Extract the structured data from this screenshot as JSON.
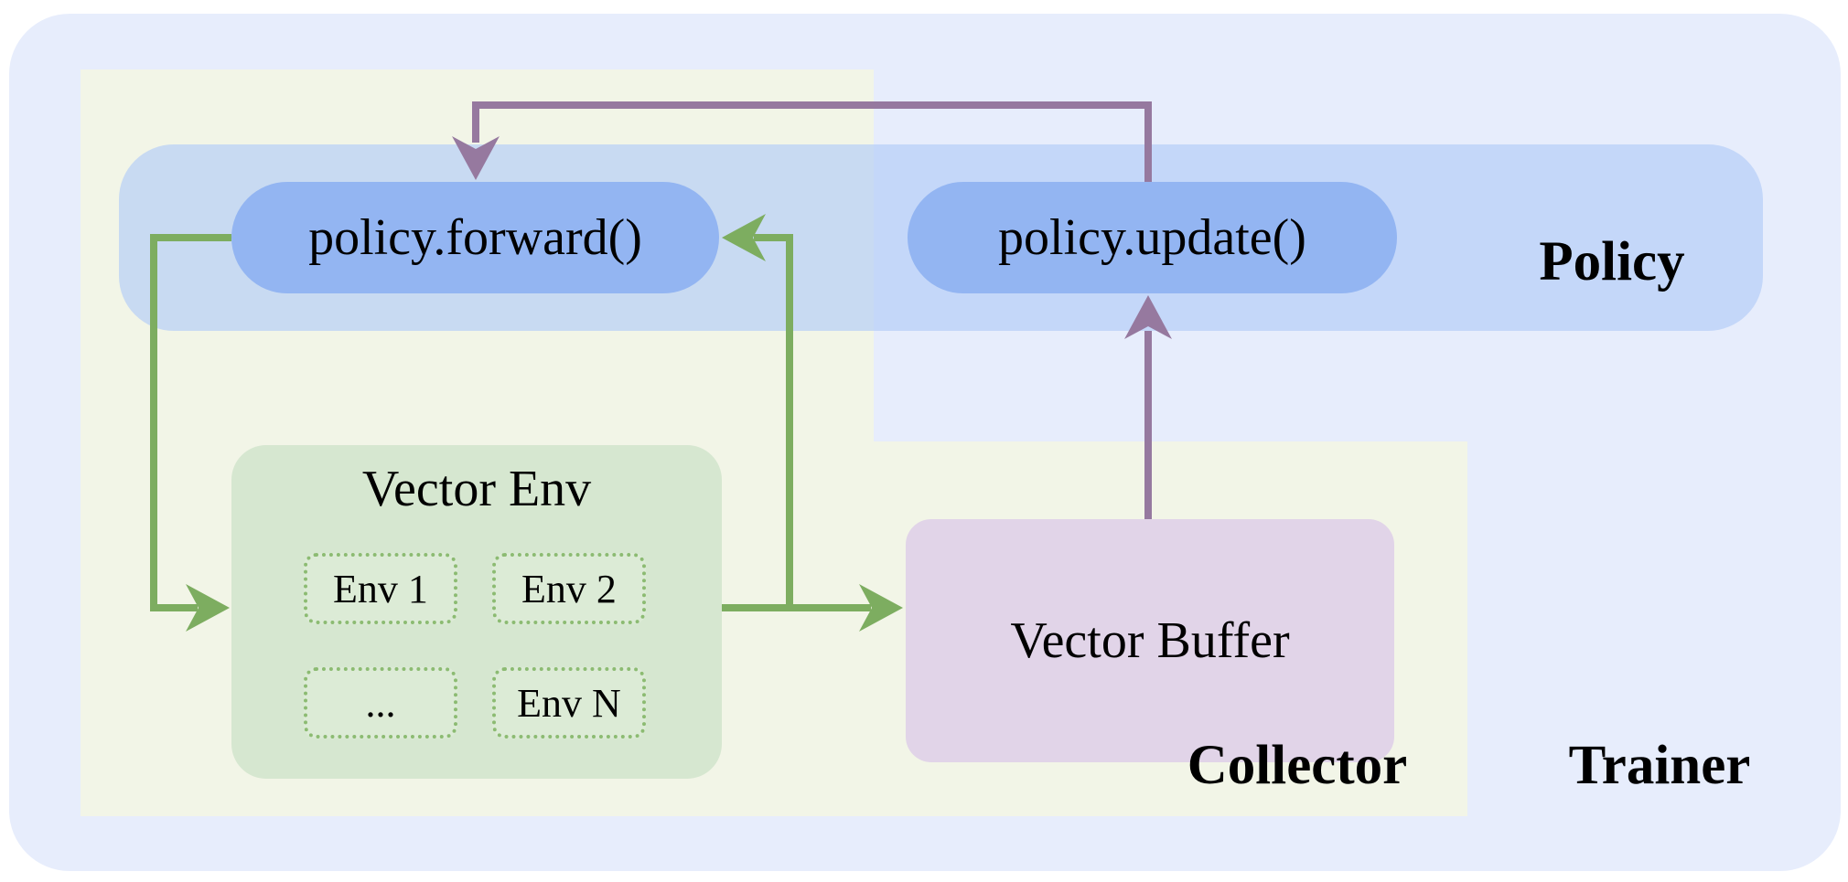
{
  "colors": {
    "page_bg": "#ffffff",
    "text_color": "#000000",
    "trainer_bg": "#e7edfc",
    "collector_bg": "#f2f5e7",
    "policy_band_bg": "rgba(180,205,247,0.68)",
    "node_blue": "#93b5f2",
    "env_box_bg": "#d6e7d0",
    "env_chip_bg": "#dcebd6",
    "env_chip_border": "#8cbb72",
    "buffer_bg": "#e1d4e8",
    "arrow_green": "#7dad60",
    "arrow_purple": "#96799f"
  },
  "regions": {
    "trainer_label": "Trainer",
    "collector_label": "Collector",
    "policy_label": "Policy"
  },
  "nodes": {
    "policy_forward": "policy.forward()",
    "policy_update": "policy.update()",
    "vector_buffer": "Vector Buffer"
  },
  "vector_env": {
    "title": "Vector Env",
    "envs": [
      "Env 1",
      "Env 2",
      "...",
      "Env N"
    ]
  },
  "flows": [
    {
      "from": "policy.forward()",
      "to": "Vector Env",
      "color": "green"
    },
    {
      "from": "Vector Env",
      "to": "policy.forward()",
      "color": "green"
    },
    {
      "from": "Vector Env",
      "to": "Vector Buffer",
      "color": "green"
    },
    {
      "from": "Vector Buffer",
      "to": "policy.update()",
      "color": "purple"
    },
    {
      "from": "policy.update()",
      "to": "policy.forward()",
      "color": "purple"
    }
  ]
}
